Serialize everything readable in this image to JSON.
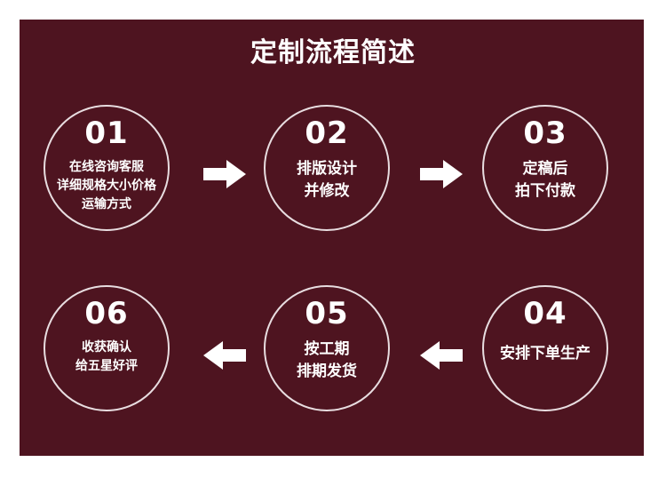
{
  "title": "定制流程简述",
  "colors": {
    "panel": "#4e1420",
    "text": "#ffffff",
    "circle_border": "#e8dde0"
  },
  "steps": [
    {
      "num": "01",
      "lines": [
        "在线咨询客服",
        "详细规格大小价格",
        "运输方式"
      ]
    },
    {
      "num": "02",
      "lines": [
        "排版设计",
        "并修改"
      ]
    },
    {
      "num": "03",
      "lines": [
        "定稿后",
        "拍下付款"
      ]
    },
    {
      "num": "04",
      "lines": [
        "安排下单生产"
      ]
    },
    {
      "num": "05",
      "lines": [
        "按工期",
        "排期发货"
      ]
    },
    {
      "num": "06",
      "lines": [
        "收获确认",
        "给五星好评"
      ]
    }
  ],
  "arrows": {
    "icon": "arrow-icon",
    "row1": "right",
    "row2": "left"
  }
}
